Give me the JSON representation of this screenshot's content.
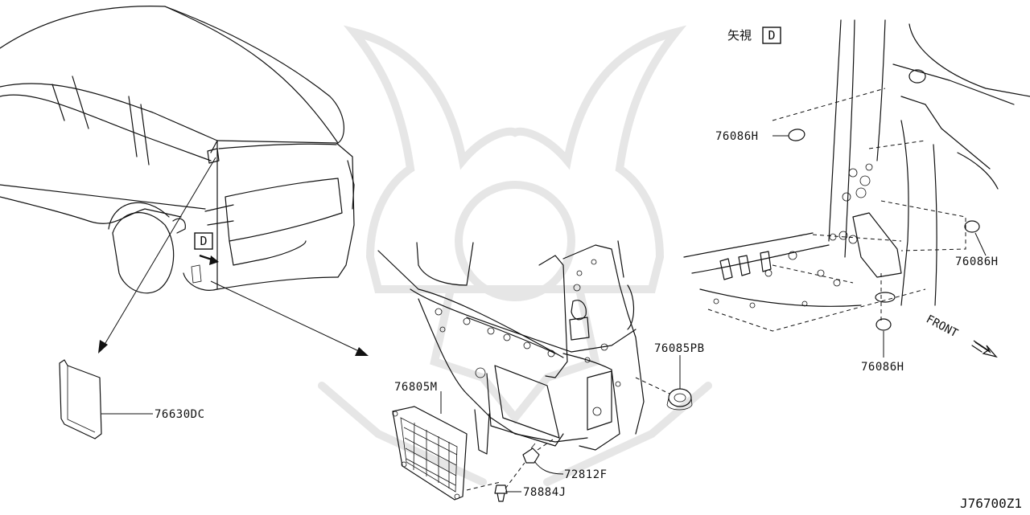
{
  "diagram": {
    "view_marker_letter": "D",
    "view_title_prefix": "矢視",
    "view_title_letter": "D",
    "front_label": "FRONT",
    "figure_code": "J76700Z1"
  },
  "parts": [
    {
      "id": "p1",
      "number": "76630DC"
    },
    {
      "id": "p2",
      "number": "76805M"
    },
    {
      "id": "p3",
      "number": "76085PB"
    },
    {
      "id": "p4",
      "number": "72812F"
    },
    {
      "id": "p5",
      "number": "78884J"
    },
    {
      "id": "p6",
      "number": "76086H"
    },
    {
      "id": "p7",
      "number": "76086H"
    },
    {
      "id": "p8",
      "number": "76086H"
    }
  ]
}
